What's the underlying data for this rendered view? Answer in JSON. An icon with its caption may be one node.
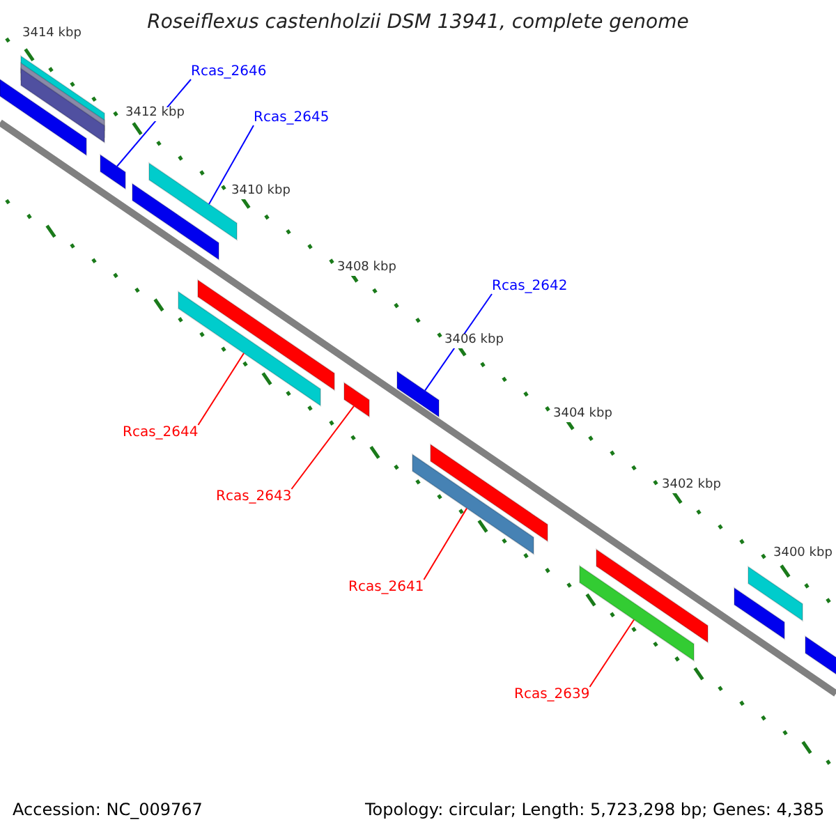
{
  "diagram": {
    "title": "Roseiflexus castenholzii DSM 13941, complete genome",
    "nodes": [
      {
        "text": [
          "Rcas_2646"
        ]
      },
      {
        "text": [
          "Rcas_2645"
        ]
      },
      {
        "text": [
          "Rcas_2642"
        ]
      },
      {
        "text": [
          "Rcas_2644"
        ]
      },
      {
        "text": [
          "Rcas_2643"
        ]
      },
      {
        "text": [
          "Rcas_2641"
        ]
      },
      {
        "text": [
          "Rcas_2639"
        ]
      },
      {
        "text": [],
        "shape": "bar"
      },
      {
        "text": [],
        "shape": "bar"
      },
      {
        "text": [],
        "shape": "bar"
      },
      {
        "text": [],
        "shape": "bar"
      },
      {
        "text": [],
        "shape": "bar"
      },
      {
        "text": [],
        "shape": "bar"
      },
      {
        "text": [],
        "shape": "bar"
      }
    ],
    "edges": [
      {
        "from": 0,
        "to": 7,
        "arrow": "none",
        "color": "#0000ff"
      },
      {
        "from": 1,
        "to": 8,
        "arrow": "none",
        "color": "#0000ff"
      },
      {
        "from": 2,
        "to": 11,
        "arrow": "none",
        "color": "#0000ff"
      },
      {
        "from": 3,
        "to": 9,
        "arrow": "none"
      },
      {
        "from": 4,
        "to": 10,
        "arrow": "none"
      },
      {
        "from": 5,
        "to": 12,
        "arrow": "none"
      },
      {
        "from": 6,
        "to": 13,
        "arrow": "none"
      }
    ],
    "labels": [
      "3414 kbp",
      "3412 kbp",
      "3410 kbp",
      "3408 kbp",
      "3406 kbp",
      "3404 kbp",
      "3402 kbp",
      "3400 kbp",
      "Accession: NC_009767",
      "Topology: circular; Length: 5,723,298 bp; Genes: 4,385"
    ]
  }
}
